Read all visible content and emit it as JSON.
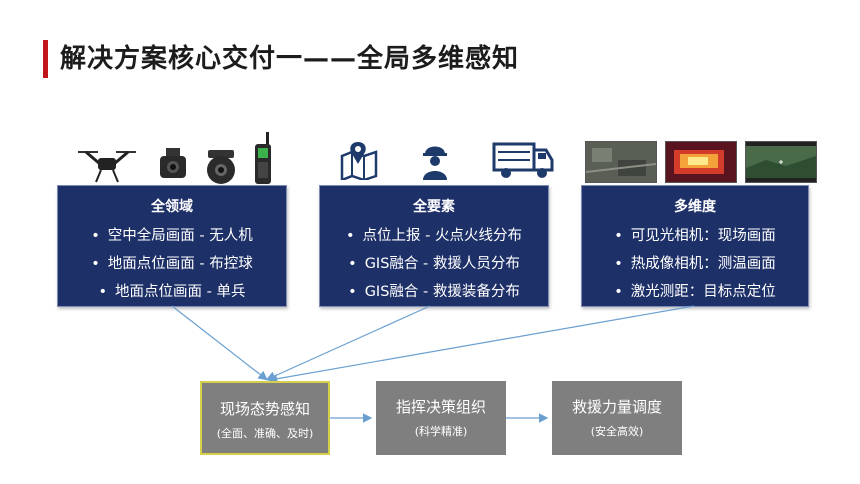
{
  "title": "解决方案核心交付一——全局多维感知",
  "panels": [
    {
      "header": "全领域",
      "items": [
        "空中全局画面 - 无人机",
        "地面点位画面 - 布控球",
        "地面点位画面 - 单兵"
      ],
      "icons": [
        "drone-icon",
        "gimbal-camera-icon",
        "ptz-dome-camera-icon",
        "walkie-talkie-icon"
      ]
    },
    {
      "header": "全要素",
      "items": [
        "点位上报 - 火点火线分布",
        "GIS融合 - 救援人员分布",
        "GIS融合 - 救援装备分布"
      ],
      "icons": [
        "map-pin-icon",
        "firefighter-icon",
        "fire-truck-icon"
      ]
    },
    {
      "header": "多维度",
      "items": [
        "可见光相机：现场画面",
        "热成像相机：测温画面",
        "激光测距：目标点定位"
      ],
      "icons": [
        "aerial-visible-photo",
        "thermal-image-photo",
        "laser-ranging-photo"
      ]
    }
  ],
  "flow": [
    {
      "label": "现场态势感知",
      "sub": "(全面、准确、及时)"
    },
    {
      "label": "指挥决策组织",
      "sub": "(科学精准)"
    },
    {
      "label": "救援力量调度",
      "sub": "(安全高效)"
    }
  ],
  "colors": {
    "accent": "#c0161b",
    "panel": "#1e3068",
    "flow_box": "#7f7f7f",
    "highlight_border": "#d6cf4a",
    "connector": "#6aa0d0"
  }
}
